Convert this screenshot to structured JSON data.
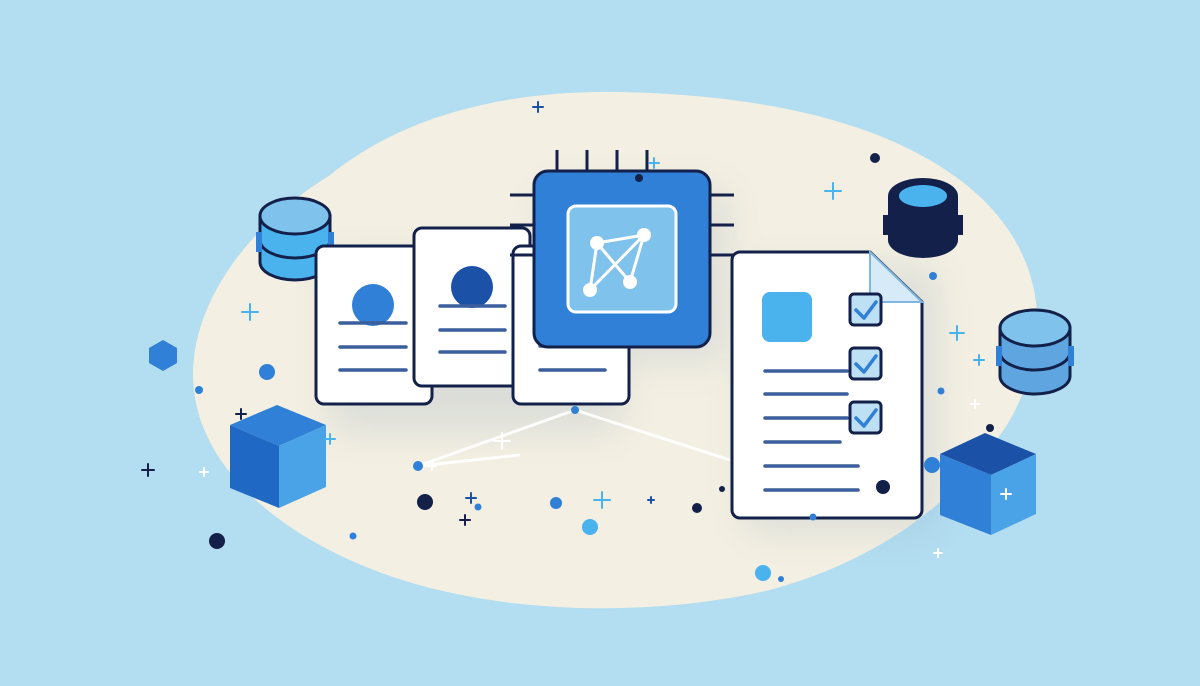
{
  "colors": {
    "background": "#b3ddf0",
    "blob": "#f3efe2",
    "navy": "#12204a",
    "blue_primary": "#2f80d6",
    "blue_light": "#7fc3ec",
    "blue_sky": "#4ab3ee",
    "blue_dark": "#1b52a8",
    "paper": "#ffffff",
    "line_text": "#3a5f9c"
  },
  "illustration": {
    "chip_icon": "network-graph-icon",
    "documents": [
      {
        "name": "profile-document-left",
        "icon": "avatar-circle-icon"
      },
      {
        "name": "profile-document-middle",
        "icon": "avatar-circle-icon"
      },
      {
        "name": "document-behind-chip",
        "icon": "text-lines-icon"
      },
      {
        "name": "checklist-document",
        "icon": "checkbox-checked-icon"
      }
    ],
    "databases": [
      "database-cylinder-left",
      "database-cylinder-navy",
      "database-cylinder-right"
    ],
    "cubes": [
      "cube-left",
      "cube-right"
    ],
    "checkbox_count": 3
  }
}
